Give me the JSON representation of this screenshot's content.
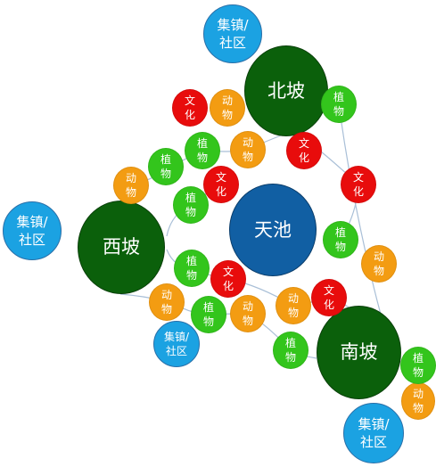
{
  "colors": {
    "slope": "#0b600b",
    "pond": "#115fa3",
    "town": "#1ba2e2",
    "culture": "#e80c0c",
    "animal": "#f39c12",
    "plant": "#33c51c",
    "link": "#a9bfd7"
  },
  "labels": {
    "north": "北坡",
    "west": "西坡",
    "south": "南坡",
    "pond": "天池",
    "town": "集镇/\n社区",
    "culture": "文\n化",
    "animal": "动\n物",
    "plant": "植\n物"
  }
}
